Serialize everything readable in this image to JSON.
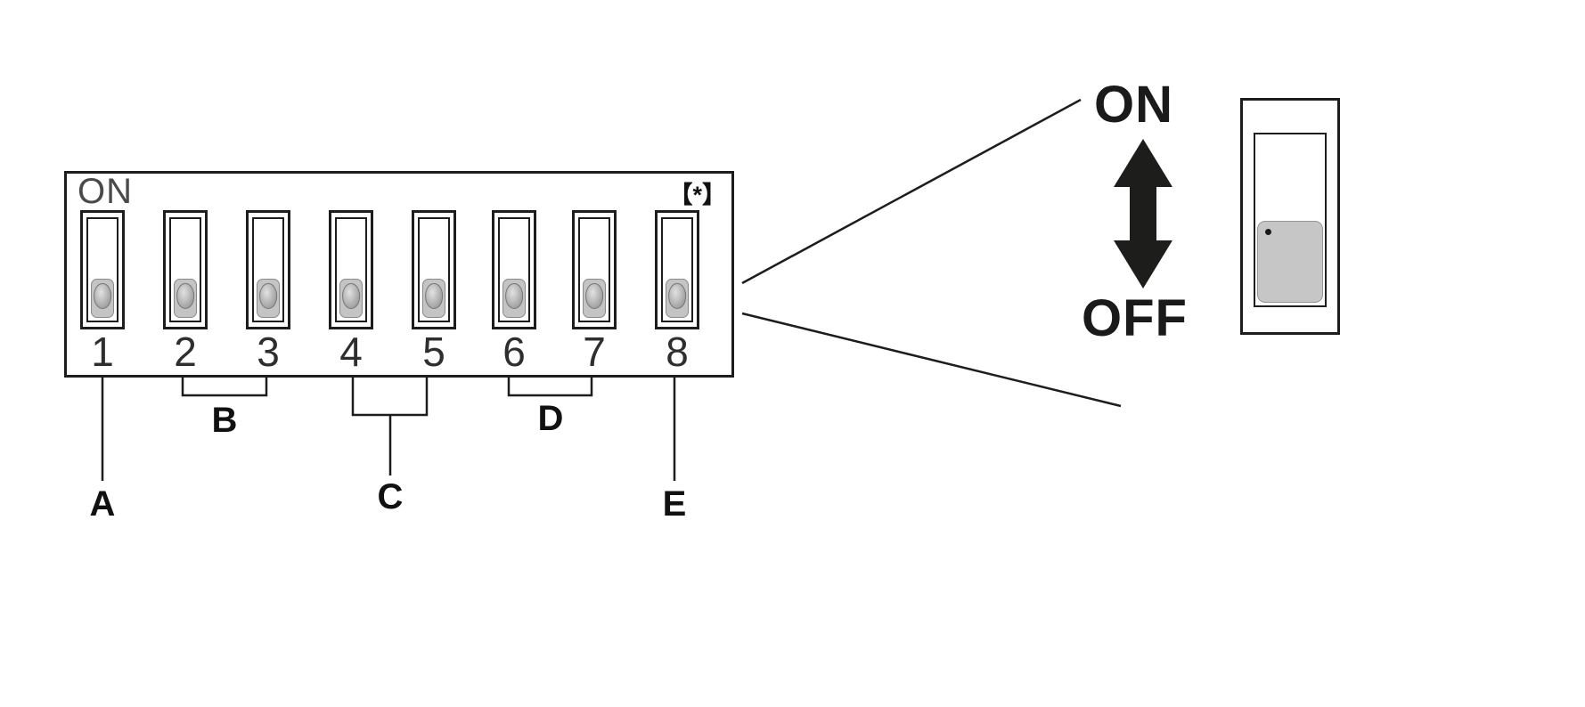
{
  "colors": {
    "line": "#1d1d1b",
    "knob_gray": "#c4c4c4",
    "text_dark": "#2e2e2e"
  },
  "dip_switch": {
    "on_label": "ON",
    "star_label": "【*】",
    "switches": [
      {
        "number": "1",
        "state": "off"
      },
      {
        "number": "2",
        "state": "off"
      },
      {
        "number": "3",
        "state": "off"
      },
      {
        "number": "4",
        "state": "off"
      },
      {
        "number": "5",
        "state": "off"
      },
      {
        "number": "6",
        "state": "off"
      },
      {
        "number": "7",
        "state": "off"
      },
      {
        "number": "8",
        "state": "off"
      }
    ],
    "groups": [
      {
        "label": "A",
        "switches": "1"
      },
      {
        "label": "B",
        "switches": "2-3"
      },
      {
        "label": "C",
        "switches": "4-5"
      },
      {
        "label": "D",
        "switches": "6-7"
      },
      {
        "label": "E",
        "switches": "8"
      }
    ]
  },
  "legend": {
    "on_label": "ON",
    "off_label": "OFF",
    "switch_state": "off"
  }
}
